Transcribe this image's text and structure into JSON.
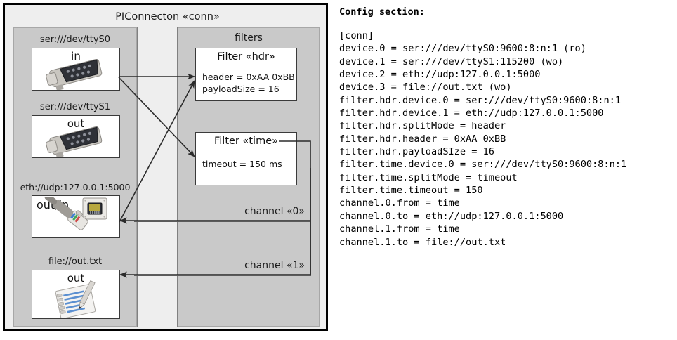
{
  "diagram": {
    "outer_title": "PIConnecton «conn»",
    "devices_panel": {
      "devices": [
        {
          "label": "ser:///dev/ttyS0",
          "io": "in",
          "icon": "serial-connector-icon"
        },
        {
          "label": "ser:///dev/ttyS1",
          "io": "out",
          "icon": "serial-connector-icon"
        },
        {
          "label": "eth://udp:127.0.0.1:5000",
          "io": "out/in",
          "icon": "ethernet-jack-icon"
        },
        {
          "label": "file://out.txt",
          "io": "out",
          "icon": "text-file-pen-icon"
        }
      ]
    },
    "filters_panel": {
      "title": "filters",
      "filters": [
        {
          "title": "Filter «hdr»",
          "props": [
            "header = 0xAA 0xBB",
            "payloadSize = 16"
          ]
        },
        {
          "title": "Filter «time»",
          "props": [
            "timeout = 150 ms"
          ]
        }
      ],
      "channels": [
        {
          "label": "channel «0»"
        },
        {
          "label": "channel «1»"
        }
      ]
    },
    "colors": {
      "panel_fill": "#c9c9c9",
      "outer_fill": "#eeeeee",
      "box_fill": "#ffffff",
      "line": "#333333",
      "frame": "#000000"
    }
  },
  "config": {
    "heading": "Config section:",
    "text": "[conn]\ndevice.0 = ser:///dev/ttyS0:9600:8:n:1 (ro)\ndevice.1 = ser:///dev/ttyS1:115200 (wo)\ndevice.2 = eth://udp:127.0.0.1:5000\ndevice.3 = file://out.txt (wo)\nfilter.hdr.device.0 = ser:///dev/ttyS0:9600:8:n:1\nfilter.hdr.device.1 = eth://udp:127.0.0.1:5000\nfilter.hdr.splitMode = header\nfilter.hdr.header = 0xAA 0xBB\nfilter.hdr.payloadSIze = 16\nfilter.time.device.0 = ser:///dev/ttyS0:9600:8:n:1\nfilter.time.splitMode = timeout\nfilter.time.timeout = 150\nchannel.0.from = time\nchannel.0.to = eth://udp:127.0.0.1:5000\nchannel.1.from = time\nchannel.1.to = file://out.txt"
  }
}
